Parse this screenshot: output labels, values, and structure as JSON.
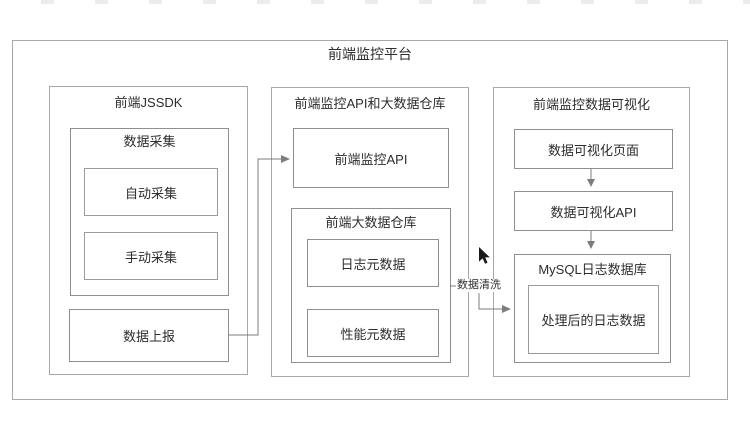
{
  "platform": {
    "title": "前端监控平台"
  },
  "jssdk": {
    "title": "前端JSSDK",
    "collect": {
      "title": "数据采集",
      "auto": "自动采集",
      "manual": "手动采集"
    },
    "report": "数据上报"
  },
  "api_warehouse": {
    "title": "前端监控API和大数据仓库",
    "monitor_api": "前端监控API",
    "warehouse": {
      "title": "前端大数据仓库",
      "log_meta": "日志元数据",
      "perf_meta": "性能元数据"
    }
  },
  "visualization": {
    "title": "前端监控数据可视化",
    "page": "数据可视化页面",
    "api": "数据可视化API",
    "mysql": {
      "title": "MySQL日志数据库",
      "processed": "处理后的日志数据"
    }
  },
  "connectors": {
    "clean_label": "数据清洗"
  },
  "icons": {
    "cursor": "mouse-pointer-icon"
  },
  "colors": {
    "background": "#ffffff",
    "container_border": "#a8a8a8",
    "node_border": "#8f8f8f",
    "edge": "#7d7d7d",
    "text": "#2d2d2d",
    "cursor": "#1a1a1a"
  }
}
